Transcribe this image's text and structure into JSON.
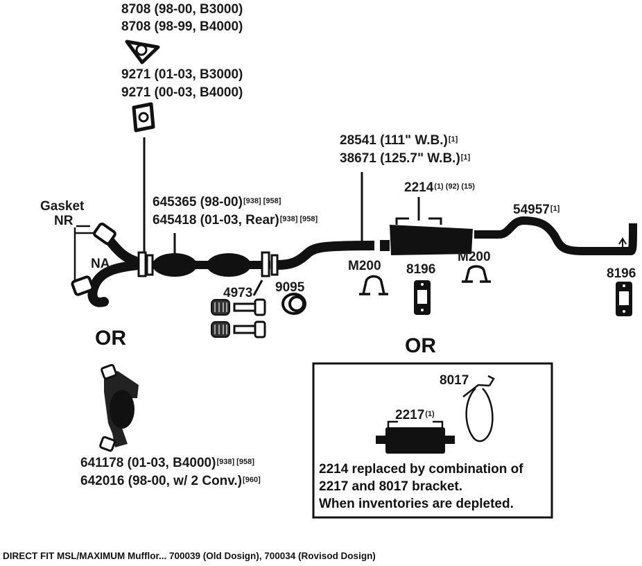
{
  "labels": {
    "gasket_top_1": {
      "text": "8708 (98-00, B3000)"
    },
    "gasket_top_2": {
      "text": "8708 (98-99, B4000)"
    },
    "gasket_mid_1": {
      "text": "9271 (01-03, B3000)"
    },
    "gasket_mid_2": {
      "text": "9271 (00-03, B4000)"
    },
    "gasket": {
      "text": "Gasket"
    },
    "nr": {
      "text": "NR"
    },
    "na": {
      "text": "NA"
    },
    "conv_1": {
      "text": "645365 (98-00)",
      "sup": "[938] [958]"
    },
    "conv_2": {
      "text": "645418 (01-03, Rear)",
      "sup": "[938] [958]"
    },
    "pipe_1": {
      "text": "28541 (111\" W.B.)",
      "sup": "[1]"
    },
    "pipe_2": {
      "text": "38671 (125.7\" W.B.)",
      "sup": "[1]"
    },
    "muffler": {
      "text": "2214",
      "sup": "(1) (92) (15)"
    },
    "tailpipe": {
      "text": "54957",
      "sup": "[1]"
    },
    "clamp_left": {
      "text": "M200"
    },
    "clamp_right": {
      "text": "M200"
    },
    "hanger_mid": {
      "text": "8196"
    },
    "hanger_right": {
      "text": "8196"
    },
    "bolts": {
      "text": "4973"
    },
    "ring": {
      "text": "9095"
    },
    "alt_conv_1": {
      "text": "641178 (01-03, B4000)",
      "sup": "[938] [958]"
    },
    "alt_conv_2": {
      "text": "642016 (98-00, w/ 2 Conv.)",
      "sup": "[960]"
    },
    "bracket": {
      "text": "8017"
    },
    "alt_muffler": {
      "text": "2217",
      "sup": "(1)"
    }
  },
  "or_left": "OR",
  "or_right": "OR",
  "note": {
    "line1": "2214 replaced by combination of",
    "line2": "2217 and 8017 bracket.",
    "line3": "When inventories are depleted."
  },
  "footer": "DIRECT FIT MSL/MAXIMUM Mufflor... 700039 (Old Dosign), 700034 (Rovisod Dosign)"
}
